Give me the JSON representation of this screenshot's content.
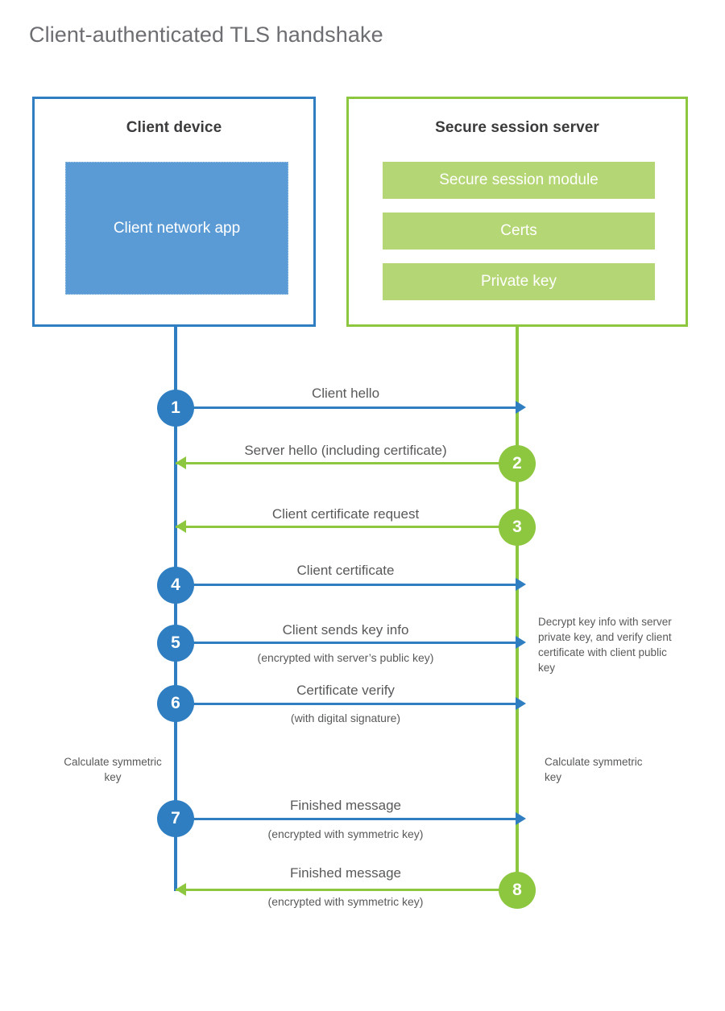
{
  "title": "Client-authenticated TLS handshake",
  "colors": {
    "client_blue": "#2e7ec1",
    "client_app_fill": "#5b9bd5",
    "server_green": "#8dc63f",
    "server_bar_fill": "#b5d675",
    "title_gray": "#6d6e71",
    "text_gray": "#58595b"
  },
  "client": {
    "title": "Client device",
    "app_label": "Client network app"
  },
  "server": {
    "title": "Secure session server",
    "bars": [
      {
        "label": "Secure session module"
      },
      {
        "label": "Certs"
      },
      {
        "label": "Private key"
      }
    ]
  },
  "messages": [
    {
      "number": "1",
      "label": "Client hello",
      "sublabel": "",
      "direction": "client-to-server",
      "side": "client"
    },
    {
      "number": "2",
      "label": "Server hello (including certificate)",
      "sublabel": "",
      "direction": "server-to-client",
      "side": "server"
    },
    {
      "number": "3",
      "label": "Client certificate request",
      "sublabel": "",
      "direction": "server-to-client",
      "side": "server"
    },
    {
      "number": "4",
      "label": "Client certificate",
      "sublabel": "",
      "direction": "client-to-server",
      "side": "client"
    },
    {
      "number": "5",
      "label": "Client sends key info",
      "sublabel": "(encrypted with server’s public key)",
      "direction": "client-to-server",
      "side": "client"
    },
    {
      "number": "6",
      "label": "Certificate verify",
      "sublabel": "(with digital signature)",
      "direction": "client-to-server",
      "side": "client"
    },
    {
      "number": "7",
      "label": "Finished message",
      "sublabel": "(encrypted with symmetric key)",
      "direction": "client-to-server",
      "side": "client"
    },
    {
      "number": "8",
      "label": "Finished message",
      "sublabel": "(encrypted with symmetric key)",
      "direction": "server-to-client",
      "side": "server"
    }
  ],
  "notes": {
    "decrypt": "Decrypt key info with server private key, and verify client certificate with client public key",
    "calculate_client": "Calculate symmetric key",
    "calculate_server": "Calculate symmetric key"
  }
}
